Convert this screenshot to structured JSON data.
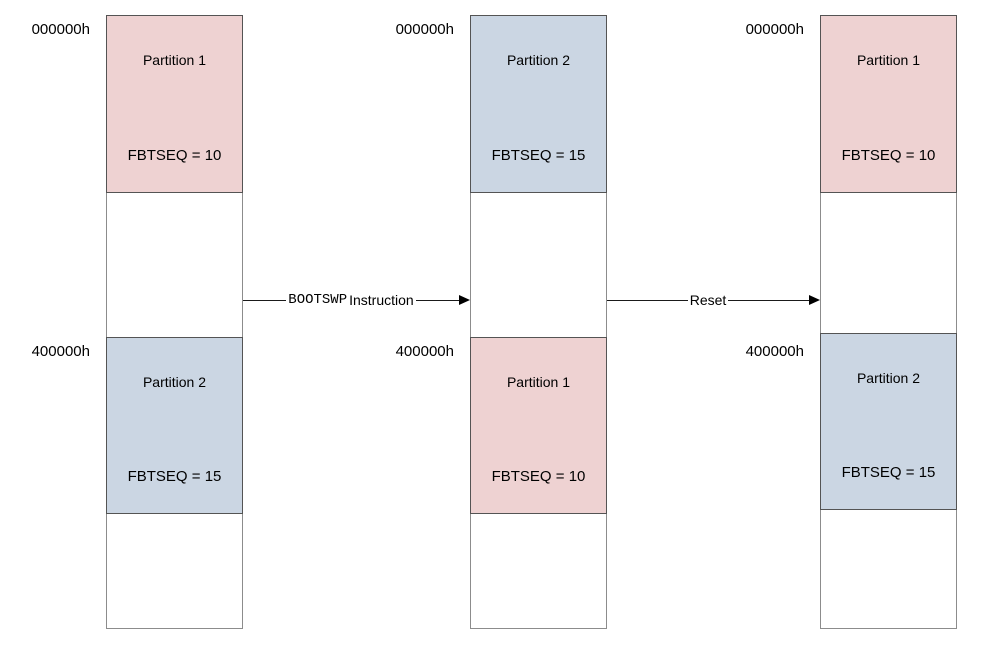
{
  "diagram": {
    "title": "Dual partition flash memory map swap diagram",
    "colors": {
      "partition1_fill": "#EED2D2",
      "partition2_fill": "#CBD6E3",
      "box_border": "#545454",
      "column_border": "#8C8C8C",
      "arrow": "#000000",
      "background": "#FFFFFF"
    },
    "columns": [
      {
        "top_address": "000000h",
        "mid_address": "400000h",
        "top_box": {
          "title": "Partition 1",
          "fbtseq": "FBTSEQ = 10",
          "fill": "#EED2D2"
        },
        "bottom_box": {
          "title": "Partition 2",
          "fbtseq": "FBTSEQ = 15",
          "fill": "#CBD6E3"
        }
      },
      {
        "top_address": "000000h",
        "mid_address": "400000h",
        "top_box": {
          "title": "Partition 2",
          "fbtseq": "FBTSEQ = 15",
          "fill": "#CBD6E3"
        },
        "bottom_box": {
          "title": "Partition 1",
          "fbtseq": "FBTSEQ = 10",
          "fill": "#EED2D2"
        }
      },
      {
        "top_address": "000000h",
        "mid_address": "400000h",
        "top_box": {
          "title": "Partition 1",
          "fbtseq": "FBTSEQ = 10",
          "fill": "#EED2D2"
        },
        "bottom_box": {
          "title": "Partition 2",
          "fbtseq": "FBTSEQ = 15",
          "fill": "#CBD6E3"
        }
      }
    ],
    "arrows": [
      {
        "mnemonic": "BOOTSWP",
        "label": "Instruction"
      },
      {
        "label": "Reset"
      }
    ]
  }
}
